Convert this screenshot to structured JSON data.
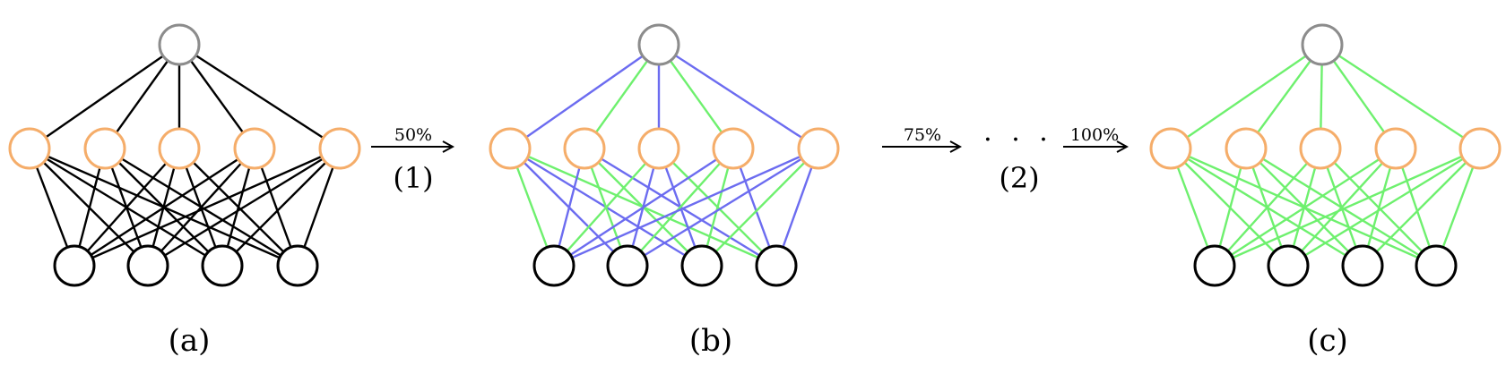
{
  "colors": {
    "output_node": "#8c8c8c",
    "hidden_node": "#f5ad6a",
    "input_node": "#000000",
    "edge_default": "#000000",
    "edge_blue": "#6c6cf0",
    "edge_green": "#6ef06e"
  },
  "labels": {
    "caption_a": "(a)",
    "caption_b": "(b)",
    "caption_c": "(c)",
    "arrow1_percent": "50%",
    "arrow1_step": "(1)",
    "arrow2_percent": "75%",
    "ellipsis": "· · ·",
    "arrow2_step": "(2)",
    "arrow3_percent": "100%"
  },
  "networks": [
    {
      "id": "a",
      "top_edges": [
        "black",
        "black",
        "black",
        "black",
        "black"
      ],
      "bottom_edges": [
        [
          "black",
          "black",
          "black",
          "black"
        ],
        [
          "black",
          "black",
          "black",
          "black"
        ],
        [
          "black",
          "black",
          "black",
          "black"
        ],
        [
          "black",
          "black",
          "black",
          "black"
        ],
        [
          "black",
          "black",
          "black",
          "black"
        ]
      ]
    },
    {
      "id": "b",
      "top_edges": [
        "blue",
        "green",
        "blue",
        "green",
        "blue"
      ],
      "bottom_edges": [
        [
          "green",
          "blue",
          "blue",
          "green"
        ],
        [
          "blue",
          "green",
          "green",
          "blue"
        ],
        [
          "green",
          "blue",
          "blue",
          "green"
        ],
        [
          "blue",
          "green",
          "green",
          "blue"
        ],
        [
          "blue",
          "blue",
          "green",
          "blue"
        ]
      ]
    },
    {
      "id": "c",
      "top_edges": [
        "green",
        "green",
        "green",
        "green",
        "green"
      ],
      "bottom_edges": [
        [
          "green",
          "green",
          "green",
          "green"
        ],
        [
          "green",
          "green",
          "green",
          "green"
        ],
        [
          "green",
          "green",
          "green",
          "green"
        ],
        [
          "green",
          "green",
          "green",
          "green"
        ],
        [
          "green",
          "green",
          "green",
          "green"
        ]
      ]
    }
  ]
}
